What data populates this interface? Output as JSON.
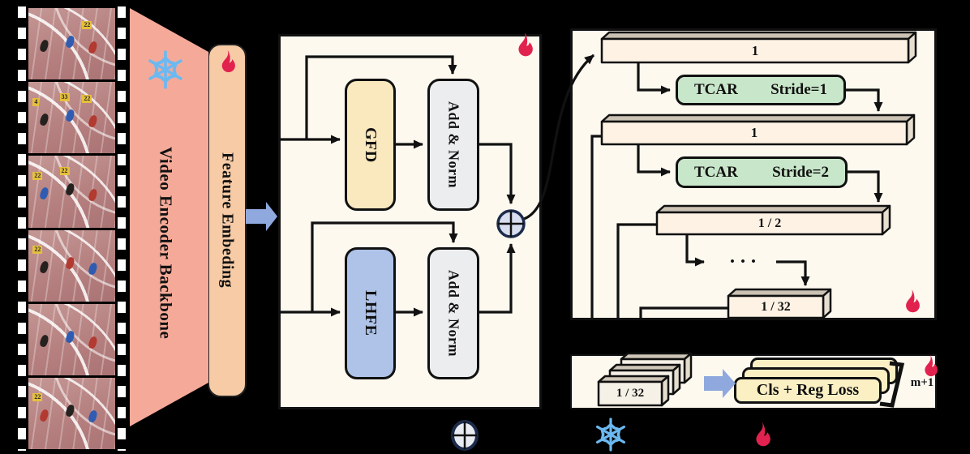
{
  "colors": {
    "backbone_fill": "#F5AA99",
    "feature_bar_fill": "#F6CBA6",
    "panel_bg": "#FDF9EF",
    "gfd_fill": "#FAE8BE",
    "lhfe_fill": "#AFC3E8",
    "add_norm_fill": "#ECEDEF",
    "tcar_fill": "#C8E6C9",
    "bar_front": "#FDF2E4",
    "bar_top": "#CBC2B4",
    "loss_box_fill": "#FBF0C4",
    "flow_arrow": "#8FA9DE",
    "flame": "#E2224E",
    "snowflake": "#6CB9F1",
    "sum_node_stroke": "#1C2B4A",
    "wire": "#111111"
  },
  "film": {
    "frames": [
      {
        "chips": [
          "22"
        ]
      },
      {
        "chips": [
          "4",
          "33",
          "22"
        ]
      },
      {
        "chips": [
          "22",
          "22"
        ]
      },
      {
        "chips": [
          "22"
        ]
      },
      {
        "chips": []
      },
      {
        "chips": [
          "22"
        ]
      }
    ]
  },
  "backbone": {
    "label": "Video Encoder Backbone",
    "status_icon": "snowflake-icon"
  },
  "feature_embedding": {
    "label": "Feature Embeding",
    "status_icon": "flame-icon"
  },
  "fusion": {
    "gfd_label": "GFD",
    "lhfe_label": "LHFE",
    "add_norm_top_label": "Add & Norm",
    "add_norm_bottom_label": "Add & Norm",
    "sum_icon": "circle-plus-icon",
    "status_icon": "flame-icon"
  },
  "pyramid": {
    "bars": [
      {
        "label": "1"
      },
      {
        "label": "1"
      },
      {
        "label": "1 / 2"
      },
      {
        "label": "1 / 32"
      }
    ],
    "tcar_blocks": [
      {
        "name": "TCAR",
        "stride": "Stride=1"
      },
      {
        "name": "TCAR",
        "stride": "Stride=2"
      }
    ],
    "ellipsis": "• • •",
    "status_icon": "flame-icon"
  },
  "head": {
    "input_label": "1 / 32",
    "loss_label": "Cls + Reg Loss",
    "stack_count_label": "m+1",
    "status_icon": "flame-icon"
  },
  "legend": {
    "items": [
      {
        "icon": "circle-plus-icon"
      },
      {
        "icon": "snowflake-icon"
      },
      {
        "icon": "flame-icon"
      }
    ]
  }
}
